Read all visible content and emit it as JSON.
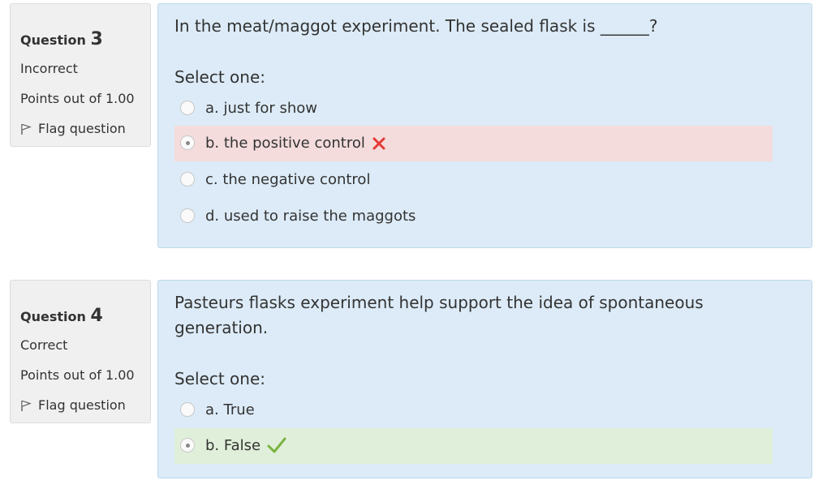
{
  "questions": [
    {
      "number_prefix": "Question",
      "number": "3",
      "state": "Incorrect",
      "grade": "Points out of 1.00",
      "flag_label": "Flag question",
      "text": "In the meat/maggot experiment. The sealed flask is ______?",
      "prompt": "Select one:",
      "answers": [
        {
          "label": "a. just for show",
          "selected": false,
          "feedback": "none"
        },
        {
          "label": "b. the positive control",
          "selected": true,
          "feedback": "incorrect"
        },
        {
          "label": "c. the negative control",
          "selected": false,
          "feedback": "none"
        },
        {
          "label": "d. used to raise the maggots",
          "selected": false,
          "feedback": "none"
        }
      ]
    },
    {
      "number_prefix": "Question",
      "number": "4",
      "state": "Correct",
      "grade": "Points out of 1.00",
      "flag_label": "Flag question",
      "text": "Pasteurs flasks experiment help support the idea of spontaneous generation.",
      "prompt": "Select one:",
      "answers": [
        {
          "label": "a. True",
          "selected": false,
          "feedback": "none"
        },
        {
          "label": "b. False",
          "selected": true,
          "feedback": "correct"
        }
      ]
    }
  ],
  "colors": {
    "info_bg": "#f0f0f0",
    "content_bg": "#dcebf7",
    "incorrect_bg": "#f4dcdc",
    "correct_bg": "#e0efda",
    "cross_icon": "#e53935",
    "check_icon": "#7cb342"
  },
  "icons": {
    "flag": "flag-icon",
    "incorrect": "cross-icon",
    "correct": "check-icon"
  }
}
